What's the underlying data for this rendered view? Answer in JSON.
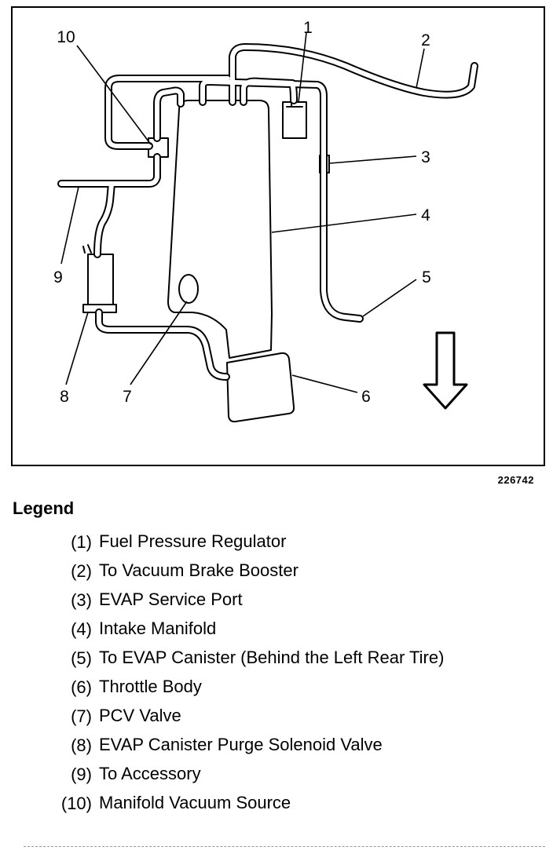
{
  "figure": {
    "callouts": [
      "1",
      "2",
      "3",
      "4",
      "5",
      "6",
      "7",
      "8",
      "9",
      "10"
    ],
    "figure_id": "226742"
  },
  "legend": {
    "title": "Legend",
    "items": [
      {
        "num": "(1)",
        "text": "Fuel Pressure Regulator"
      },
      {
        "num": "(2)",
        "text": "To Vacuum Brake Booster"
      },
      {
        "num": "(3)",
        "text": "EVAP Service Port"
      },
      {
        "num": "(4)",
        "text": "Intake Manifold"
      },
      {
        "num": "(5)",
        "text": "To EVAP Canister (Behind the Left Rear Tire)"
      },
      {
        "num": "(6)",
        "text": "Throttle Body"
      },
      {
        "num": "(7)",
        "text": "PCV Valve"
      },
      {
        "num": "(8)",
        "text": "EVAP Canister Purge Solenoid Valve"
      },
      {
        "num": "(9)",
        "text": "To Accessory"
      },
      {
        "num": "(10)",
        "text": "Manifold Vacuum Source"
      }
    ]
  }
}
